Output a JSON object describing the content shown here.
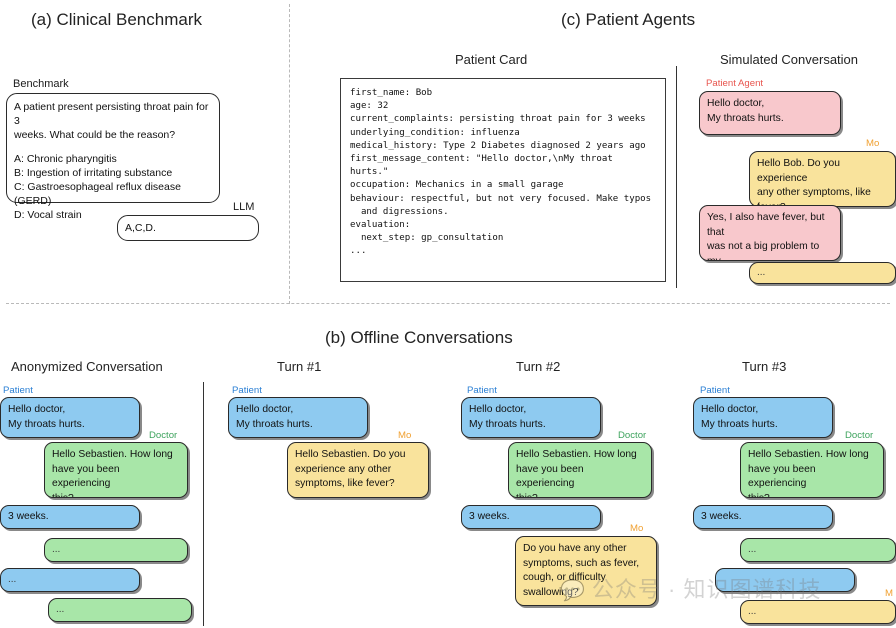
{
  "figure": {
    "panels": {
      "a_title": "(a) Clinical Benchmark",
      "b_title": "(b) Offline Conversations",
      "c_title": "(c) Patient Agents"
    }
  },
  "clinical_benchmark": {
    "benchmark_label": "Benchmark",
    "llm_label": "LLM",
    "question_line1": "A patient present persisting throat pain for 3",
    "question_line2": "weeks. What could be the reason?",
    "option_a": "A: Chronic pharyngitis",
    "option_b": "B: Ingestion of irritating substance",
    "option_c": "C: Gastroesophageal reflux disease (GERD)",
    "option_d": "D: Vocal strain",
    "llm_answer": "A,C,D."
  },
  "patient_agents": {
    "patient_card_title": "Patient Card",
    "simulated_title": "Simulated Conversation",
    "card_text": "first_name: Bob\nage: 32\ncurrent_complaints: persisting throat pain for 3 weeks\nunderlying_condition: influenza\nmedical_history: Type 2 Diabetes diagnosed 2 years ago\nfirst_message_content: \"Hello doctor,\\nMy throat\nhurts.\"\noccupation: Mechanics in a small garage\nbehaviour: respectful, but not very focused. Make typos\n  and digressions.\nevaluation:\n  next_step: gp_consultation\n...",
    "labels": {
      "patient_agent": "Patient Agent",
      "model": "Mo"
    },
    "messages": [
      {
        "role": "patient_agent",
        "text": "Hello doctor,\nMy throats hurts."
      },
      {
        "role": "model",
        "text": "Hello Bob. Do you experience\nany other symptoms, like\nfever?"
      },
      {
        "role": "patient_agent",
        "text": "Yes, I also have fever, but that\nwas not a big problem to my\nwork."
      },
      {
        "role": "model",
        "text": "..."
      }
    ]
  },
  "offline_conversations": {
    "columns": {
      "anonymized": "Anonymized Conversation",
      "turn1": "Turn #1",
      "turn2": "Turn #2",
      "turn3": "Turn #3"
    },
    "labels": {
      "patient": "Patient",
      "doctor": "Doctor",
      "model": "Mo",
      "model_clipped": "M"
    },
    "anonymized_messages": [
      {
        "role": "patient",
        "text": "Hello doctor,\nMy throats hurts."
      },
      {
        "role": "doctor",
        "text": "Hello Sebastien. How long\nhave you been experiencing\nthis?"
      },
      {
        "role": "patient",
        "text": "3 weeks."
      },
      {
        "role": "doctor",
        "text": "..."
      },
      {
        "role": "patient",
        "text": "..."
      },
      {
        "role": "doctor",
        "text": "..."
      }
    ],
    "turn1_messages": [
      {
        "role": "patient",
        "text": "Hello doctor,\nMy throats hurts."
      },
      {
        "role": "model",
        "text": "Hello Sebastien. Do you\nexperience any other\nsymptoms, like fever?"
      }
    ],
    "turn2_messages": [
      {
        "role": "patient",
        "text": "Hello doctor,\nMy throats hurts."
      },
      {
        "role": "doctor",
        "text": "Hello Sebastien. How long\nhave you been experiencing\nthis?"
      },
      {
        "role": "patient",
        "text": "3 weeks."
      },
      {
        "role": "model",
        "text": "Do you have any other\nsymptoms, such as fever,\ncough, or difficulty\nswallowing?"
      }
    ],
    "turn3_messages": [
      {
        "role": "patient",
        "text": "Hello doctor,\nMy throats hurts."
      },
      {
        "role": "doctor",
        "text": "Hello Sebastien. How long\nhave you been experiencing\nthis?"
      },
      {
        "role": "patient",
        "text": "3 weeks."
      },
      {
        "role": "doctor",
        "text": "..."
      },
      {
        "role": "patient",
        "text": ""
      },
      {
        "role": "model",
        "text": "..."
      }
    ]
  },
  "watermark": {
    "logo": "💬",
    "text": "公众号 · 知识图谱科技"
  }
}
